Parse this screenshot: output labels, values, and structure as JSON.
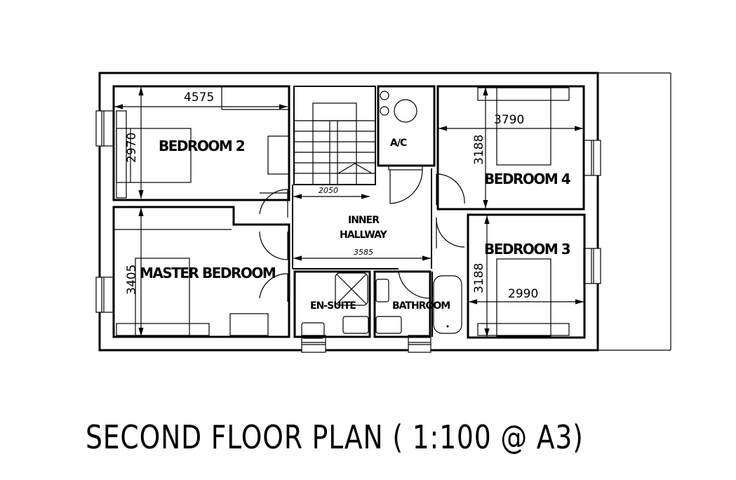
{
  "drawing": {
    "title": "SECOND FLOOR PLAN ( 1:100 @ A3)",
    "scale": "1:100",
    "paper": "A3",
    "line_color": "#000000",
    "background": "#ffffff"
  },
  "rooms": {
    "bedroom2": {
      "label": "BEDROOM 2",
      "width_dim": "4575",
      "depth_dim": "2970"
    },
    "master": {
      "label": "MASTER BEDROOM",
      "depth_dim": "3405"
    },
    "stairs": {
      "width_dim": "2050"
    },
    "ac": {
      "label": "A/C"
    },
    "hallway": {
      "label_line1": "INNER",
      "label_line2": "HALLWAY",
      "width_dim": "3585"
    },
    "ensuite": {
      "label": "EN-SUITE"
    },
    "bathroom": {
      "label": "BATHROOM"
    },
    "bedroom4": {
      "label": "BEDROOM 4",
      "width_dim": "3790",
      "depth_dim": "3188"
    },
    "bedroom3": {
      "label": "BEDROOM 3",
      "width_dim": "2990",
      "depth_dim": "3188"
    }
  }
}
